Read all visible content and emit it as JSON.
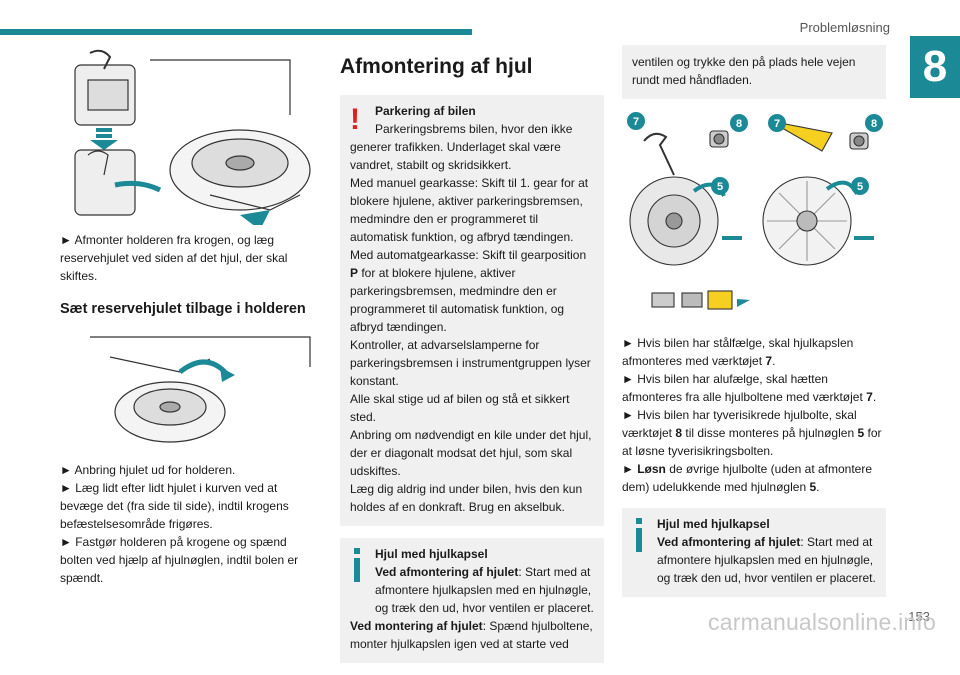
{
  "header": {
    "title": "Problemløsning",
    "chapter": "8",
    "page_number": "153"
  },
  "watermark": "carmanualsonline.info",
  "col1": {
    "step1": "► Afmonter holderen fra krogen, og læg reservehjulet ved siden af det hjul, der skal skiftes.",
    "subheading": "Sæt reservehjulet tilbage i holderen",
    "steps2": [
      "► Anbring hjulet ud for holderen.",
      "► Læg lidt efter lidt hjulet i kurven ved at bevæge det (fra side til side), indtil krogens befæstelsesområde frigøres.",
      "► Fastgør holderen på krogene og spænd bolten ved hjælp af hjulnøglen, indtil bolen er spændt."
    ]
  },
  "col2": {
    "section_title": "Afmontering af hjul",
    "warning": {
      "title": "Parkering af bilen",
      "lines": [
        "Parkeringsbrems bilen, hvor den ikke generer trafikken. Underlaget skal være vandret, stabilt og skridsikkert.",
        "Med manuel gearkasse: Skift til 1. gear for at blokere hjulene, aktiver parkeringsbremsen, medmindre den er programmeret til automatisk funktion, og afbryd tændingen.",
        "Med automatgearkasse: Skift til gearposition ",
        "P",
        " for at blokere hjulene, aktiver parkeringsbremsen, medmindre den er programmeret til automatisk funktion, og afbryd tændingen.",
        "Kontroller, at advarselslamperne for parkeringsbremsen i instrumentgruppen lyser konstant.",
        "Alle skal stige ud af bilen og stå et sikkert sted.",
        "Anbring om nødvendigt en kile under det hjul, der er diagonalt modsat det hjul, som skal udskiftes.",
        "Læg dig aldrig ind under bilen, hvis den kun holdes af en donkraft. Brug en akselbuk."
      ]
    },
    "info": {
      "title": "Hjul med hjulkapsel",
      "remove_label": "Ved afmontering af hjulet",
      "remove_text": ": Start med at afmontere hjulkapslen med en hjulnøgle, og træk den ud, hvor ventilen er placeret.",
      "mount_label": "Ved montering af hjulet",
      "mount_text": ": Spænd hjulboltene, monter hjulkapslen igen ved at starte ved"
    }
  },
  "col3": {
    "continued": "ventilen og trykke den på plads hele vejen rundt med håndfladen.",
    "callouts": [
      "7",
      "8",
      "5",
      "7",
      "8",
      "5"
    ],
    "steps": [
      {
        "pre": "► Hvis bilen har stålfælge, skal hjulkapslen afmonteres med værktøjet ",
        "bold": "7",
        "post": "."
      },
      {
        "pre": "► Hvis bilen har alufælge, skal hætten afmonteres fra alle hjulboltene med værktøjet ",
        "bold": "7",
        "post": "."
      },
      {
        "pre": "► Hvis bilen har tyverisikrede hjulbolte, skal værktøjet ",
        "bold": "8",
        "post": " til disse monteres på hjulnøglen ",
        "bold2": "5",
        "post2": " for at løsne tyverisikringsbolten."
      },
      {
        "pre": "► ",
        "bold": "Løsn",
        "post": " de øvrige hjulbolte (uden at afmontere dem) udelukkende med hjulnøglen ",
        "bold2": "5",
        "post2": "."
      }
    ],
    "info": {
      "title": "Hjul med hjulkapsel",
      "remove_label": "Ved afmontering af hjulet",
      "remove_text": ": Start med at afmontere hjulkapslen med en hjulnøgle, og træk den ud, hvor ventilen er placeret."
    }
  },
  "colors": {
    "accent": "#1c8a96",
    "warning": "#e02020",
    "box_bg": "#f0f0f0"
  }
}
